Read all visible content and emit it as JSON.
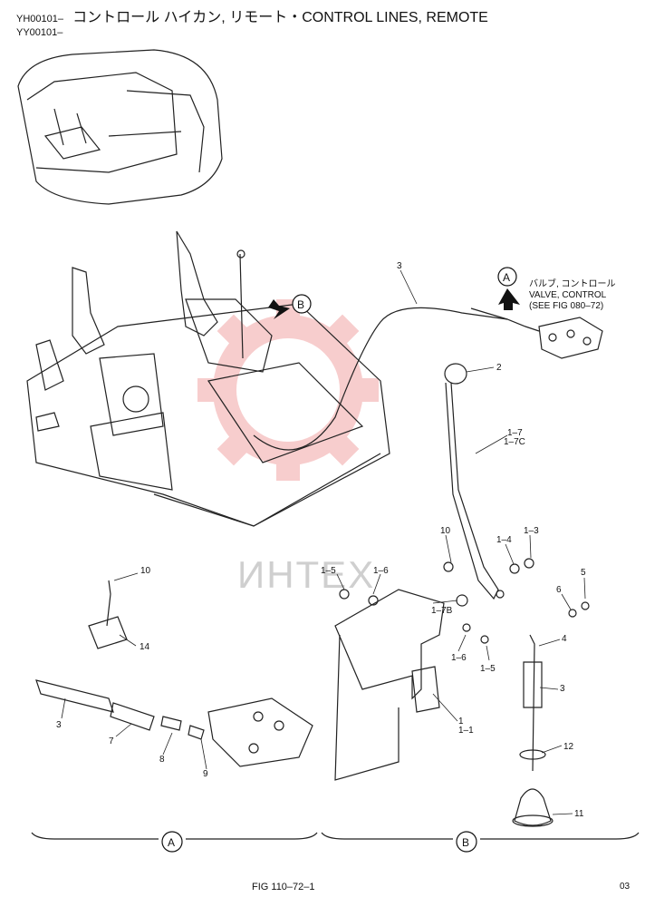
{
  "header": {
    "code1": "YH00101–",
    "code2": "YY00101–",
    "title": "コントロール ハイカン, リモート・CONTROL LINES, REMOTE"
  },
  "callouts": {
    "view_a": "A",
    "view_b": "B",
    "valve_jp": "バルブ, コントロール",
    "valve_en": "VALVE, CONTROL",
    "valve_ref": "(SEE FIG 080–72)"
  },
  "parts": {
    "p3_top": "3",
    "p2": "2",
    "p1_7": "1–7",
    "p1_7c": "1–7C",
    "p10_r": "10",
    "p1_4": "1–4",
    "p1_3": "1–3",
    "p5": "5",
    "p6": "6",
    "p1_5a": "1–5",
    "p1_6a": "1–6",
    "p1_7b": "1–7B",
    "p4": "4",
    "p1_6b": "1–6",
    "p1_5b": "1–5",
    "p3_r": "3",
    "p1": "1",
    "p1_1": "1–1",
    "p12": "12",
    "p11": "11",
    "p10_l": "10",
    "p14": "14",
    "p3_l": "3",
    "p7": "7",
    "p8": "8",
    "p9": "9"
  },
  "watermark": "ИНТЕХ",
  "footer": {
    "fig": "FIG 110–72–1",
    "page": "03"
  }
}
